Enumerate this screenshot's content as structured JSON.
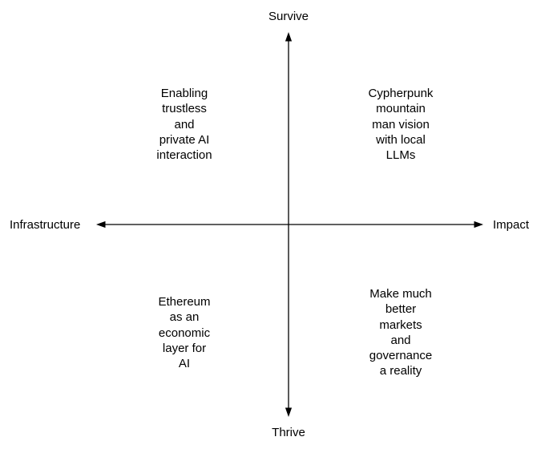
{
  "diagram": {
    "type": "quadrant-diagram",
    "axes": {
      "vertical": {
        "top_label": "Survive",
        "bottom_label": "Thrive"
      },
      "horizontal": {
        "left_label": "Infrastructure",
        "right_label": "Impact"
      }
    },
    "quadrants": {
      "top_left": {
        "lines": [
          "Enabling",
          "trustless",
          "and",
          "private AI",
          "interaction"
        ]
      },
      "top_right": {
        "lines": [
          "Cypherpunk",
          "mountain",
          "man vision",
          "with local",
          "LLMs"
        ]
      },
      "bottom_left": {
        "lines": [
          "Ethereum",
          "as an",
          "economic",
          "layer for",
          "AI"
        ]
      },
      "bottom_right": {
        "lines": [
          "Make much",
          "better",
          "markets",
          "and",
          "governance",
          "a reality"
        ]
      }
    },
    "colors": {
      "background": "#ffffff",
      "axis": "#000000",
      "text": "#000000"
    }
  }
}
